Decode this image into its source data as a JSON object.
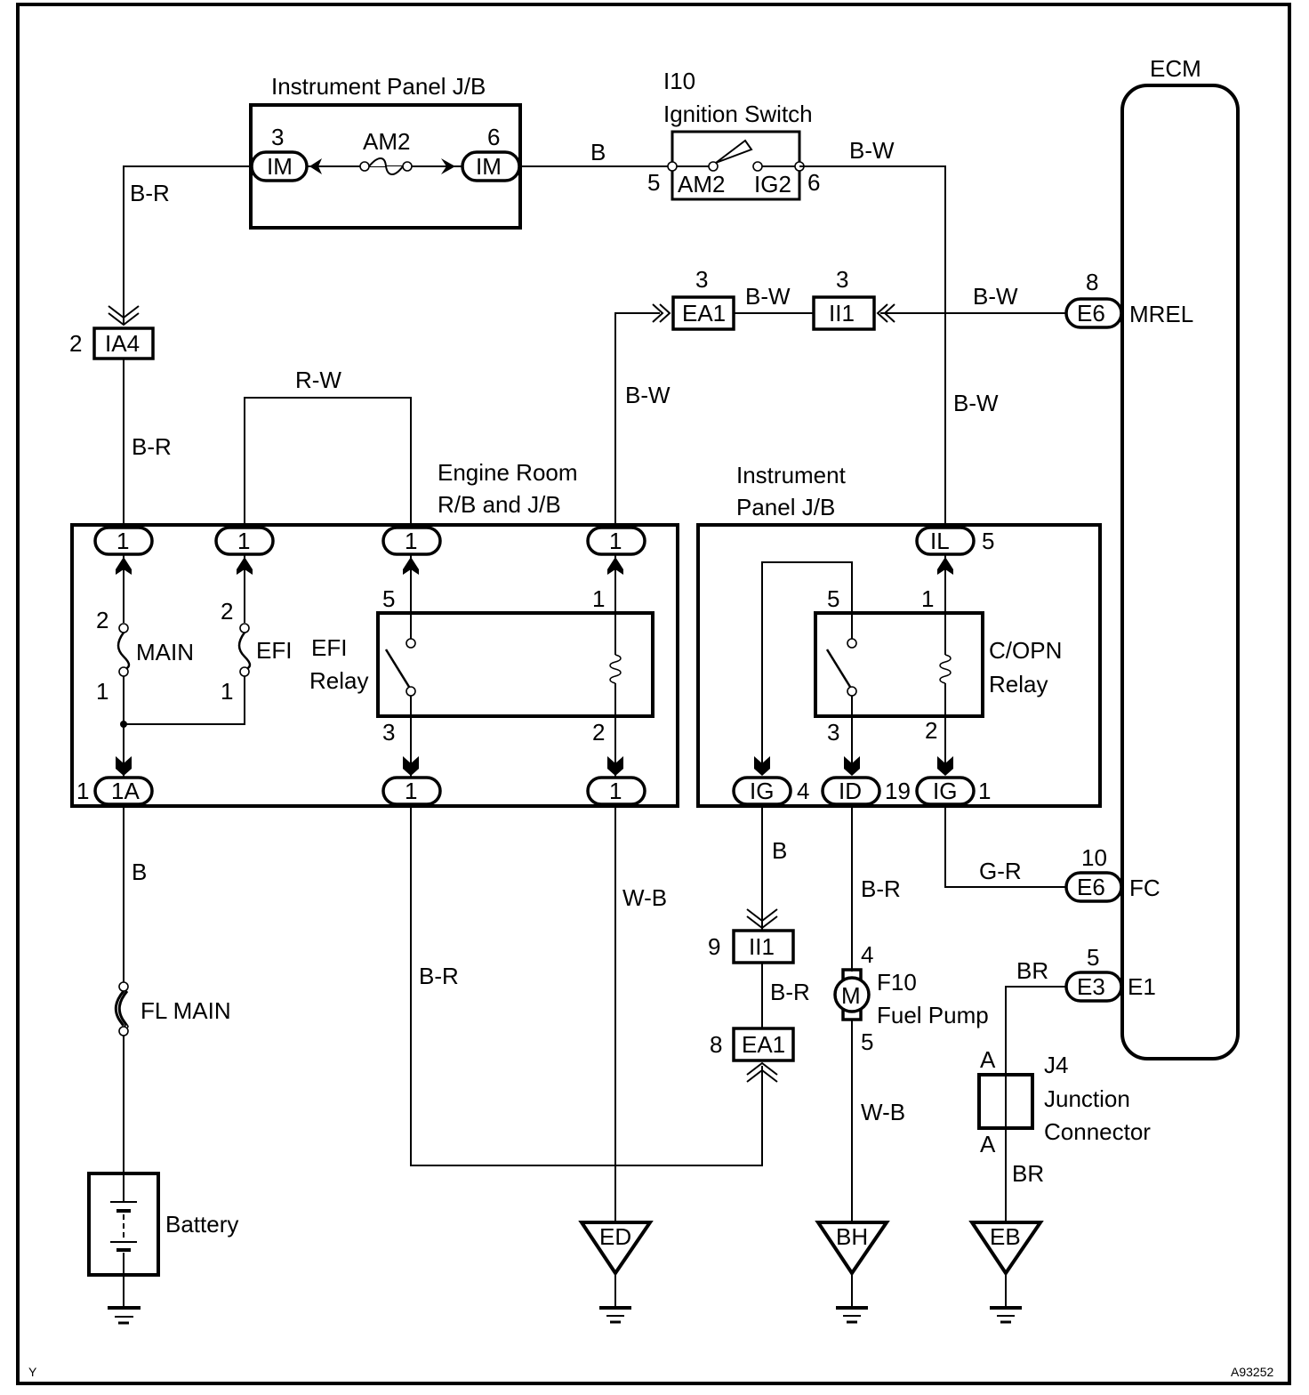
{
  "diagram": {
    "corner_left": "Y",
    "corner_right": "A93252",
    "wire_colors": {
      "im3_to_ia4": "B-R",
      "ia4_to_jb": "B-R",
      "efi_loop": "R-W",
      "im6_to_ign": "B",
      "ign_out": "B-W",
      "ea1_vertical": "B-W",
      "ea1_ii1": "B-W",
      "ii1_e6": "B-W",
      "il_vertical": "B-W",
      "main_to_battery": "B",
      "efi_relay_out": "B-R",
      "efi_coil_out": "W-B",
      "ig4_out": "B",
      "ii1_ea1": "B-R",
      "id_out": "B-R",
      "pump_ground": "W-B",
      "ig1_fc": "G-R",
      "e1_br": "BR",
      "j4_br": "BR"
    },
    "ip_jb_top": {
      "title": "Instrument Panel J/B",
      "left_conn": "IM",
      "left_pin": "3",
      "fuse": "AM2",
      "right_conn": "IM",
      "right_pin": "6"
    },
    "ignition": {
      "ref": "I10",
      "title": "Ignition Switch",
      "pin_in": "5",
      "pin_out": "6",
      "term_left": "AM2",
      "term_right": "IG2"
    },
    "ecm": {
      "title": "ECM",
      "pins": [
        {
          "conn": "E6",
          "pin": "8",
          "signal": "MREL"
        },
        {
          "conn": "E6",
          "pin": "10",
          "signal": "FC"
        },
        {
          "conn": "E3",
          "pin": "5",
          "signal": "E1"
        }
      ]
    },
    "connectors": {
      "ia4": {
        "name": "IA4",
        "pin": "2"
      },
      "ea1_top": {
        "name": "EA1",
        "pin": "3"
      },
      "ii1_top": {
        "name": "II1",
        "pin": "3"
      },
      "ii1_bot": {
        "name": "II1",
        "pin": "9"
      },
      "ea1_bot": {
        "name": "EA1",
        "pin": "8"
      }
    },
    "engine_room_jb": {
      "title_line1": "Engine Room",
      "title_line2": "R/B and J/B",
      "top_pins": [
        "1",
        "1",
        "1",
        "1"
      ],
      "bottom_left_conn": "1A",
      "bottom_left_pin": "1",
      "bottom_pins": [
        "1",
        "1"
      ],
      "main_fuse": {
        "name": "MAIN",
        "pin_top": "2",
        "pin_bot": "1"
      },
      "efi_fuse": {
        "name": "EFI",
        "pin_top": "2",
        "pin_bot": "1"
      },
      "relay": {
        "line1": "EFI",
        "line2": "Relay",
        "pin5": "5",
        "pin3": "3",
        "pin1": "1",
        "pin2": "2"
      }
    },
    "ip_jb_right": {
      "title_line1": "Instrument",
      "title_line2": "Panel J/B",
      "top_conn": "IL",
      "top_pin": "5",
      "bottom": [
        {
          "conn": "IG",
          "pin": "4"
        },
        {
          "conn": "ID",
          "pin": "19"
        },
        {
          "conn": "IG",
          "pin": "1"
        }
      ],
      "relay": {
        "line1": "C/OPN",
        "line2": "Relay",
        "pin5": "5",
        "pin3": "3",
        "pin1": "1",
        "pin2": "2"
      }
    },
    "fl_main": "FL MAIN",
    "battery": "Battery",
    "fuel_pump": {
      "ref": "F10",
      "name": "Fuel Pump",
      "motor": "M",
      "pin_top": "4",
      "pin_bot": "5"
    },
    "junction": {
      "ref": "J4",
      "line1": "Junction",
      "line2": "Connector",
      "pin_top": "A",
      "pin_bot": "A"
    },
    "grounds": [
      "ED",
      "BH",
      "EB"
    ]
  }
}
